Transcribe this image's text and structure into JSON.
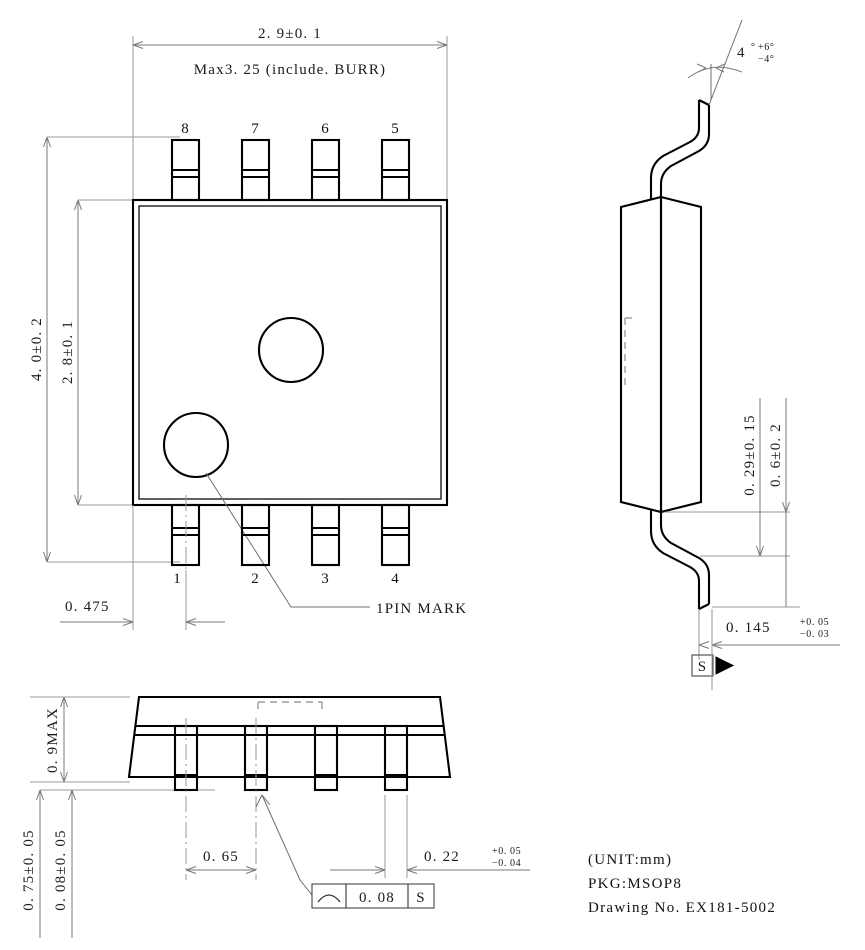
{
  "drawing": {
    "units_note": "(UNIT:mm)",
    "package_note": "PKG:MSOP8",
    "drawing_no_note": "Drawing No. EX181-5002"
  },
  "top_view": {
    "width_dim": "2. 9±0. 1",
    "burr_note": "Max3. 25 (include. BURR)",
    "height_dim_outer": "4. 0±0. 2",
    "height_dim_body": "2. 8±0. 1",
    "pin_offset_dim": "0. 475",
    "pin_mark_label": "1PIN MARK",
    "pins_top": [
      "8",
      "7",
      "6",
      "5"
    ],
    "pins_bottom": [
      "1",
      "2",
      "3",
      "4"
    ]
  },
  "side_view": {
    "angle_main": "4",
    "angle_unit": "°",
    "angle_plus": "+6",
    "angle_minus": "−4",
    "lead_thick_dim": "0. 29±0. 15",
    "stand_dim": "0. 6±0. 2",
    "lead_width_main": "0. 145",
    "lead_width_plus": "+0. 05",
    "lead_width_minus": "−0. 03",
    "datum_label": "S"
  },
  "front_view": {
    "height_max_dim": "0. 9MAX",
    "body_height_dim": "0. 75±0. 05",
    "standoff_dim": "0. 08±0. 05",
    "pitch_dim": "0. 65",
    "lead_width_main": "0. 22",
    "lead_width_plus": "+0. 05",
    "lead_width_minus": "−0. 04",
    "gdt_symbol": "profile-of-surface",
    "gdt_tolerance": "0. 08",
    "gdt_datum": "S"
  }
}
